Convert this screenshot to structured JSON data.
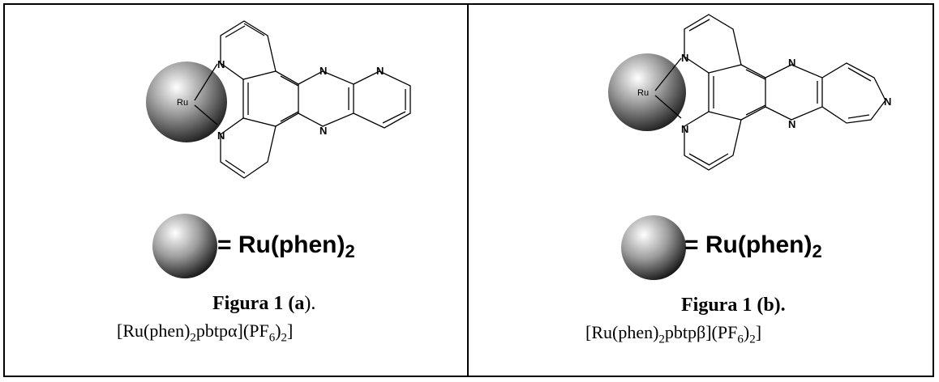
{
  "panel_a": {
    "metal_label": "Ru",
    "atom_label": "N",
    "legend_text": "= Ru(phen)",
    "legend_sub": "2",
    "caption_prefix": "Figura 1 (",
    "caption_letter": "a",
    "caption_suffix": ").",
    "formula_1": "[Ru(phen)",
    "formula_sub_1": "2",
    "formula_2": "pbtpα](PF",
    "formula_sub_2": "6",
    "formula_3": ")",
    "formula_sub_3": "2",
    "formula_4": "]"
  },
  "panel_b": {
    "metal_label": "Ru",
    "atom_label": "N",
    "legend_text": "= Ru(phen)",
    "legend_sub": "2",
    "caption": "Figura 1 (b).",
    "formula_1": "[Ru(phen)",
    "formula_sub_1": "2",
    "formula_2": "pbtpβ](PF",
    "formula_sub_2": "6",
    "formula_3": ")",
    "formula_sub_3": "2",
    "formula_4": "]"
  },
  "colors": {
    "line": "#000000",
    "sphere_light": "#ffffff",
    "sphere_dark": "#1a1a1a"
  }
}
